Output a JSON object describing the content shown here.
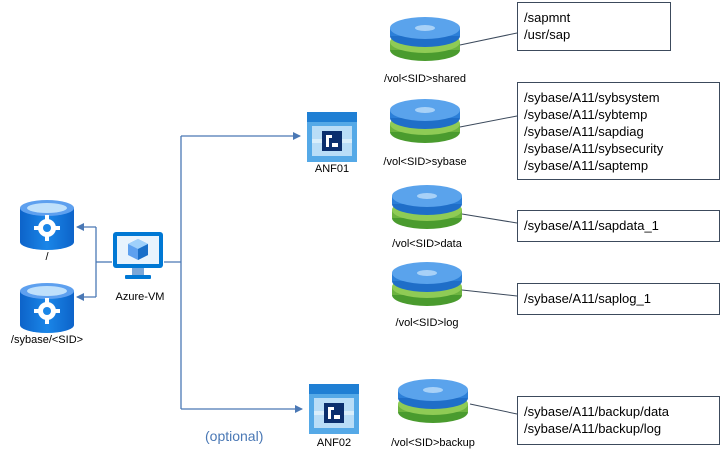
{
  "vm": {
    "label": "Azure-VM"
  },
  "local_disks": [
    {
      "label": "/"
    },
    {
      "label": "/sybase/<SID>"
    }
  ],
  "netapp_accounts": [
    {
      "label": "ANF01"
    },
    {
      "label": "ANF02"
    }
  ],
  "optional_note": "(optional)",
  "volumes": [
    {
      "label": "/vol<SID>shared",
      "paths": [
        "/sapmnt",
        "/usr/sap"
      ]
    },
    {
      "label": "/vol<SID>sybase",
      "paths": [
        "/sybase/A11/sybsystem",
        "/sybase/A11/sybtemp",
        "/sybase/A11/sapdiag",
        "/sybase/A11/sybsecurity",
        "/sybase/A11/saptemp"
      ]
    },
    {
      "label": "/vol<SID>data",
      "paths": [
        "/sybase/A11/sapdata_1"
      ]
    },
    {
      "label": "/vol<SID>log",
      "paths": [
        "/sybase/A11/saplog_1"
      ]
    },
    {
      "label": "/vol<SID>backup",
      "paths": [
        "/sybase/A11/backup/data",
        "/sybase/A11/backup/log"
      ]
    }
  ],
  "colors": {
    "azure_blue": "#0078d4",
    "disk_blue_light": "#5ea0ef",
    "volume_blue": "#3f8fe0",
    "volume_green": "#6cb33f",
    "connector": "#4a78b5",
    "box_border": "#3c4a5c"
  }
}
